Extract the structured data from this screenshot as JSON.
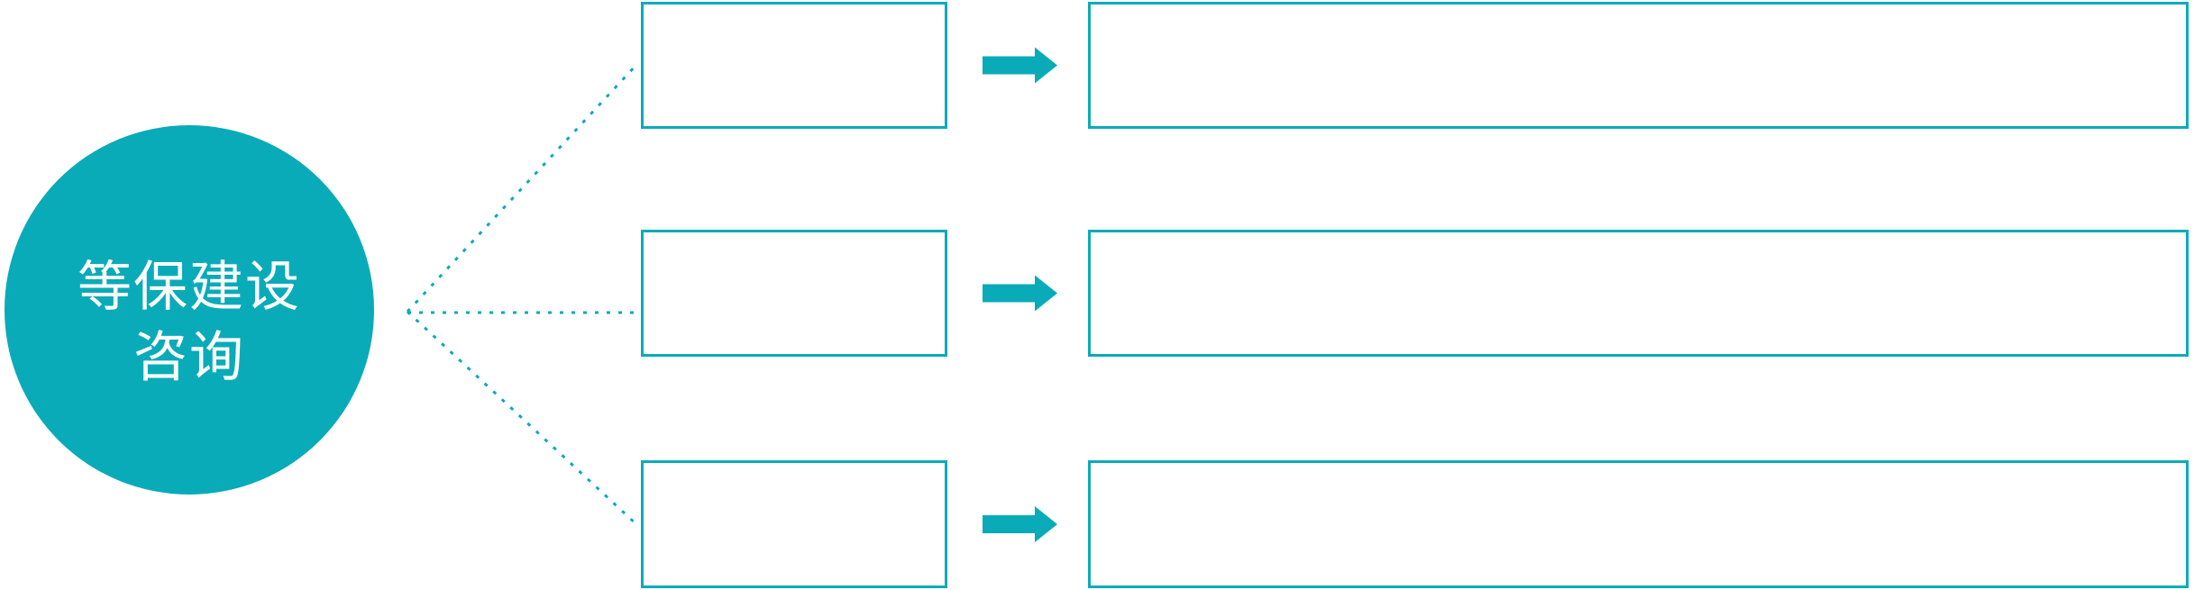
{
  "diagram": {
    "type": "flow-diagram",
    "colors": {
      "accent": "#0aabb8",
      "background": "#ffffff",
      "circle_text": "#ffffff"
    },
    "topic_circle": {
      "label_line1": "等保建设",
      "label_line2": "咨询"
    },
    "rows": [
      {
        "small_box_text": "",
        "large_box_text": ""
      },
      {
        "small_box_text": "",
        "large_box_text": ""
      },
      {
        "small_box_text": "",
        "large_box_text": ""
      }
    ]
  }
}
